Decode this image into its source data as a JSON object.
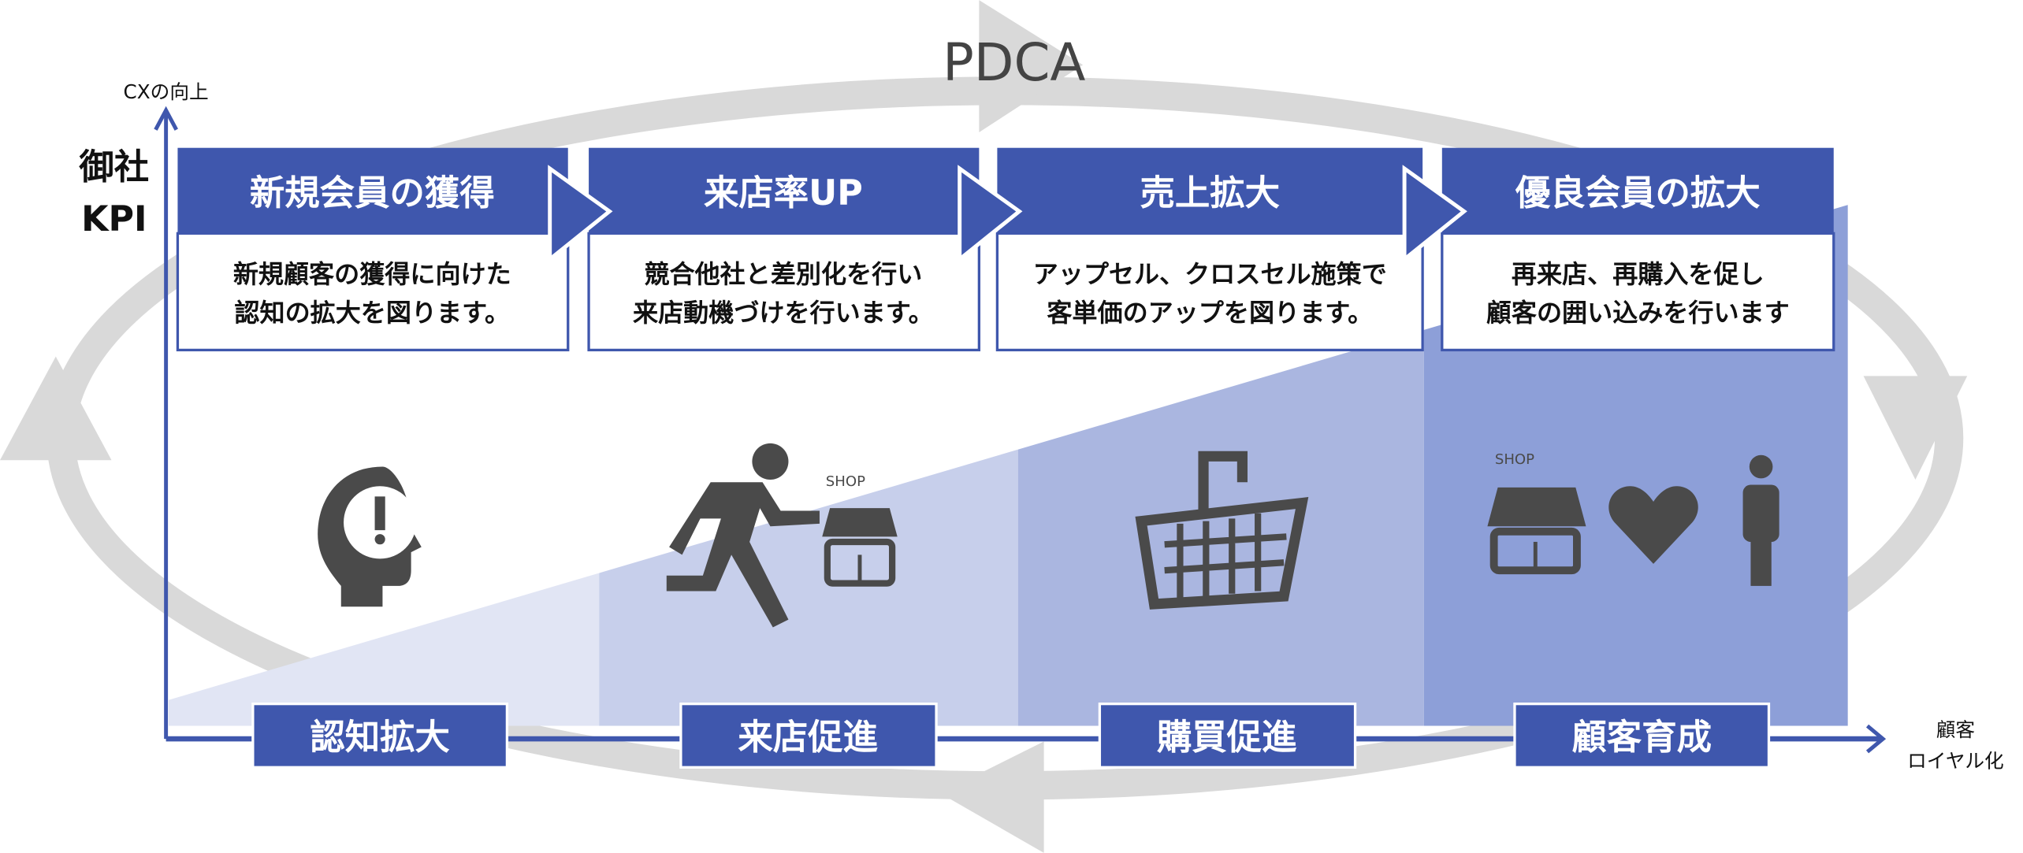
{
  "title": "PDCA",
  "y_axis": {
    "label": "CXの向上",
    "kpi_line1": "御社",
    "kpi_line2": "KPI"
  },
  "x_axis": {
    "label_line1": "顧客",
    "label_line2": "ロイヤル化"
  },
  "colors": {
    "accent": "#3f57ad",
    "cycle": "#d9d9d9",
    "band1": "#e1e5f4",
    "band2": "#c7cfeb",
    "band3": "#aab6e0",
    "band4": "#8d9fd8",
    "icon": "#4a4a4a"
  },
  "steps": [
    {
      "header": "新規会員の獲得",
      "line1": "新規顧客の獲得に向けた",
      "line2": "認知の拡大を図ります。",
      "stage": "認知拡大",
      "icon": "head-exclamation-icon"
    },
    {
      "header": "来店率UP",
      "line1": "競合他社と差別化を行い",
      "line2": "来店動機づけを行います。",
      "stage": "来店促進",
      "icon": "running-to-shop-icon",
      "shop": "SHOP"
    },
    {
      "header": "売上拡大",
      "line1": "アップセル、クロスセル施策で",
      "line2": "客単価のアップを図ります。",
      "stage": "購買促進",
      "icon": "shopping-basket-icon"
    },
    {
      "header": "優良会員の拡大",
      "line1": "再来店、再購入を促し",
      "line2": "顧客の囲い込みを行います",
      "stage": "顧客育成",
      "icon": "shop-heart-person-icon",
      "shop": "SHOP"
    }
  ]
}
